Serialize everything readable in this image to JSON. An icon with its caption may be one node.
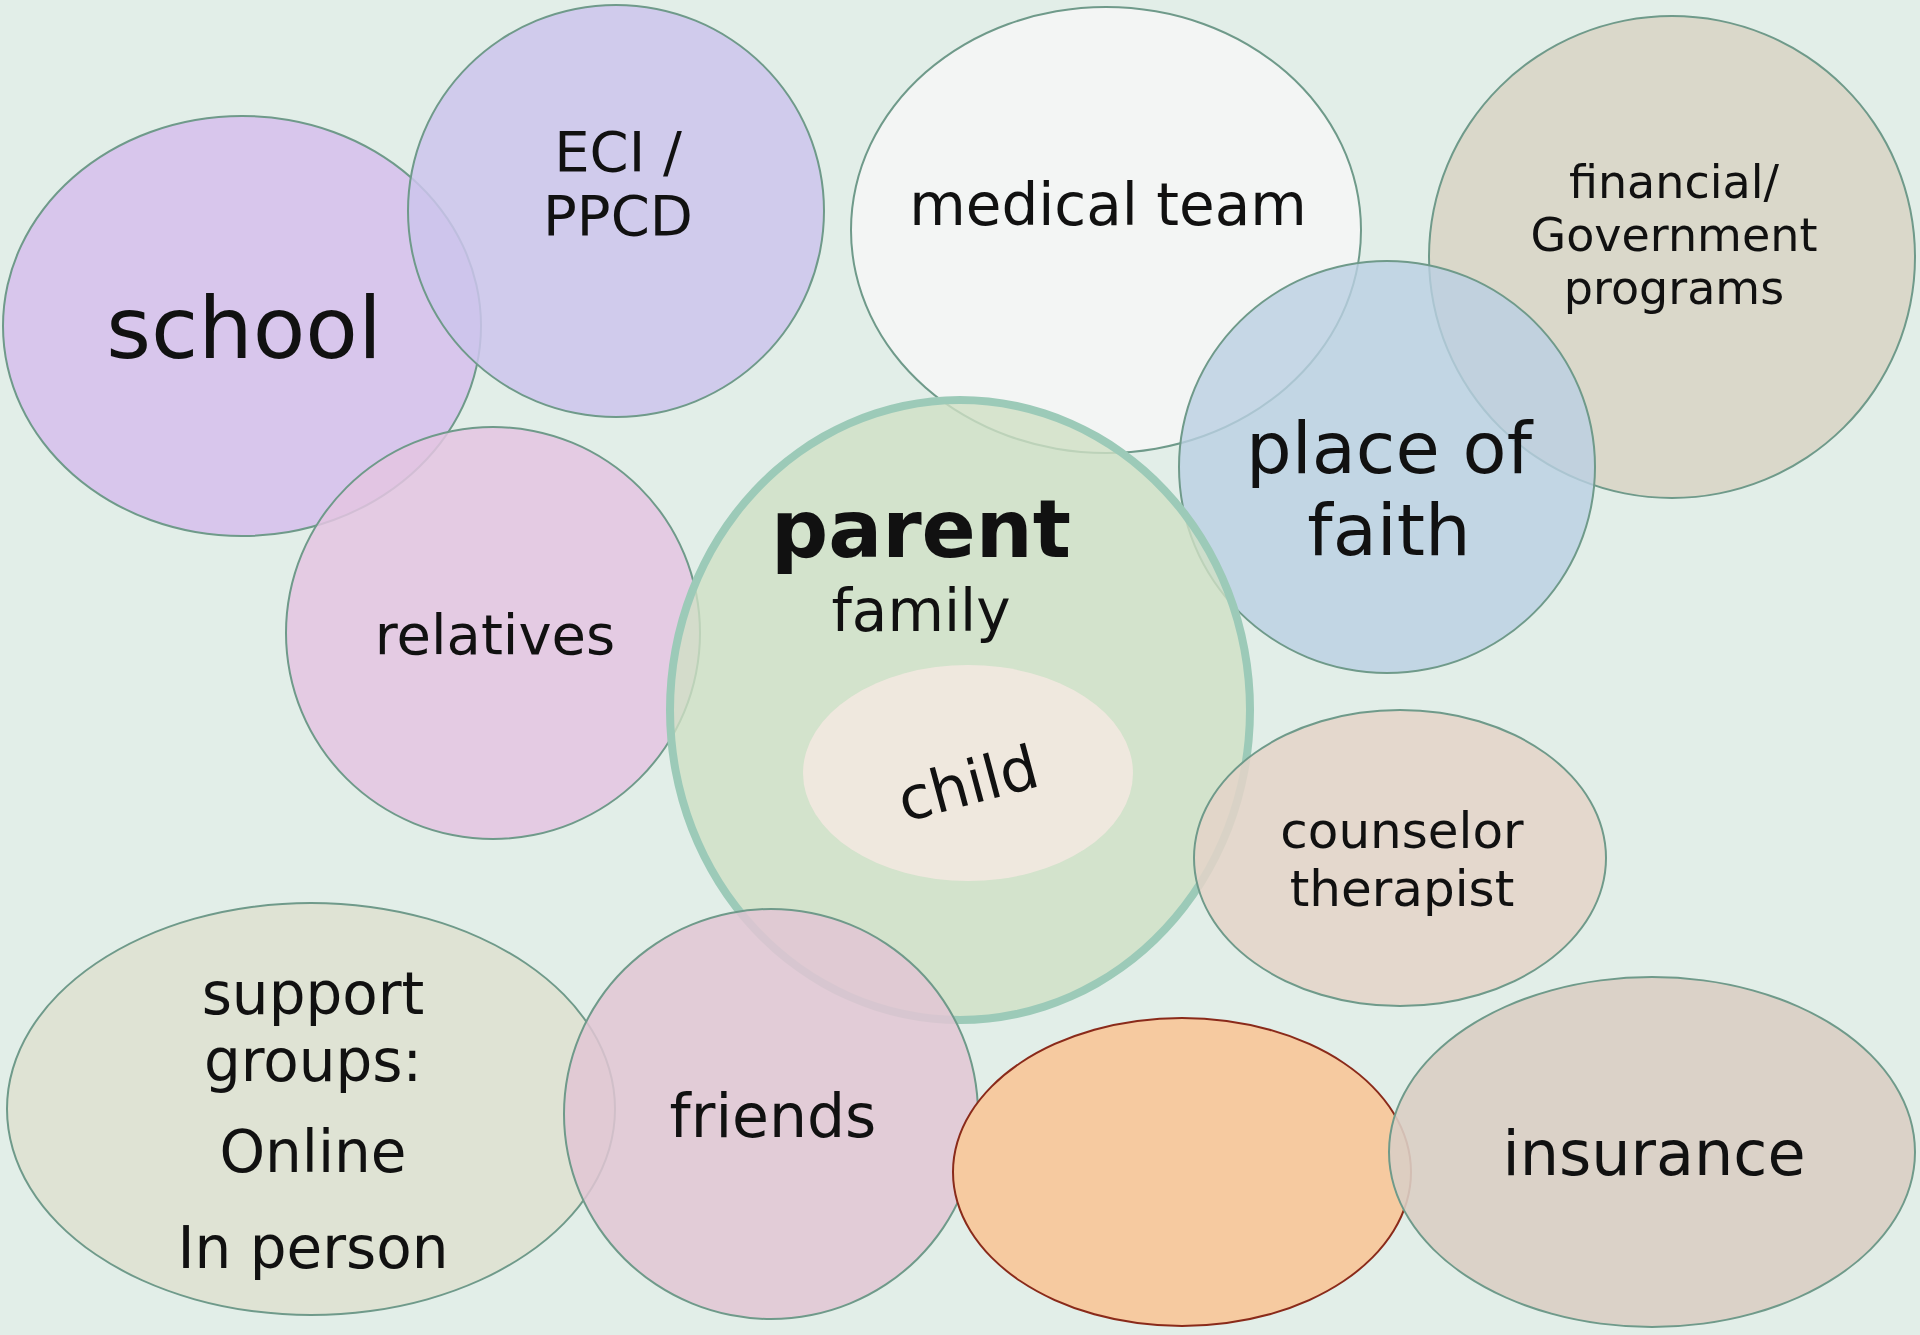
{
  "diagram": {
    "nodes": [
      {
        "text": [
          "school"
        ]
      },
      {
        "text": [
          "ECI / PPCD"
        ]
      },
      {
        "text": [
          "medical team"
        ]
      },
      {
        "text": [
          "financial/ Government programs"
        ]
      },
      {
        "text": [
          "place of faith"
        ]
      },
      {
        "text": [
          "relatives"
        ]
      },
      {
        "text": [
          "parent",
          "family"
        ]
      },
      {
        "text": [
          "child"
        ],
        "in": 6
      },
      {
        "text": [
          "counselor therapist"
        ]
      },
      {
        "text": [
          "support groups:",
          "Online",
          "In person"
        ]
      },
      {
        "text": [
          "friends"
        ]
      },
      {
        "text": [],
        "shape": "circle"
      },
      {
        "text": [
          "insurance"
        ]
      }
    ],
    "edges": []
  }
}
